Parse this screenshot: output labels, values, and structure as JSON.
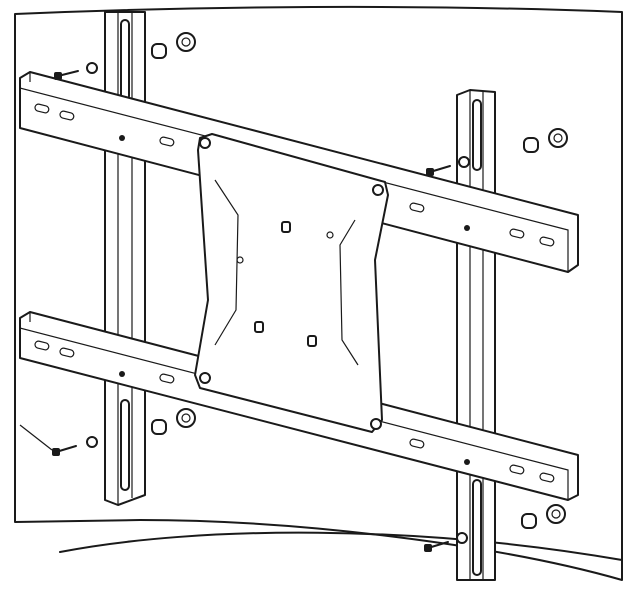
{
  "diagram": {
    "subject": "",
    "colors": {
      "line": "#1a1a1a",
      "background": "#ffffff"
    },
    "parts": {
      "vertical_rails": 2,
      "horizontal_bars": 2,
      "center_plate": 1,
      "screw_sets": 4
    }
  }
}
